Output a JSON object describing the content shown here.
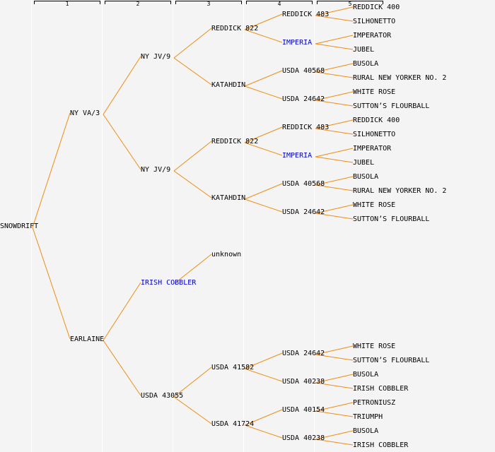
{
  "title": "Pedigree of SNOWDRIFT",
  "colors": {
    "line": "#f08c14",
    "text": "#000000",
    "highlight": "#0000cc",
    "background": "#f4f4f4"
  },
  "columns": [
    "1",
    "2",
    "3",
    "4",
    "5"
  ],
  "tree": {
    "name": "SNOWDRIFT",
    "children": [
      {
        "name": "NY VA/3",
        "children": [
          {
            "name": "NY JV/9",
            "children": [
              {
                "name": "REDDICK 822",
                "children": [
                  {
                    "name": "REDDICK 483",
                    "children": [
                      {
                        "name": "REDDICK 400"
                      },
                      {
                        "name": "SILHONETTO"
                      }
                    ]
                  },
                  {
                    "name": "IMPERIA",
                    "highlight": true,
                    "children": [
                      {
                        "name": "IMPERATOR"
                      },
                      {
                        "name": "JUBEL"
                      }
                    ]
                  }
                ]
              },
              {
                "name": "KATAHDIN",
                "children": [
                  {
                    "name": "USDA 40568",
                    "children": [
                      {
                        "name": "BUSOLA"
                      },
                      {
                        "name": "RURAL NEW YORKER NO. 2"
                      }
                    ]
                  },
                  {
                    "name": "USDA 24642",
                    "children": [
                      {
                        "name": "WHITE ROSE"
                      },
                      {
                        "name": "SUTTON’S FLOURBALL"
                      }
                    ]
                  }
                ]
              }
            ]
          },
          {
            "name": "NY JV/9",
            "children": [
              {
                "name": "REDDICK 822",
                "children": [
                  {
                    "name": "REDDICK 483",
                    "children": [
                      {
                        "name": "REDDICK 400"
                      },
                      {
                        "name": "SILHONETTO"
                      }
                    ]
                  },
                  {
                    "name": "IMPERIA",
                    "highlight": true,
                    "children": [
                      {
                        "name": "IMPERATOR"
                      },
                      {
                        "name": "JUBEL"
                      }
                    ]
                  }
                ]
              },
              {
                "name": "KATAHDIN",
                "children": [
                  {
                    "name": "USDA 40568",
                    "children": [
                      {
                        "name": "BUSOLA"
                      },
                      {
                        "name": "RURAL NEW YORKER NO. 2"
                      }
                    ]
                  },
                  {
                    "name": "USDA 24642",
                    "children": [
                      {
                        "name": "WHITE ROSE"
                      },
                      {
                        "name": "SUTTON’S FLOURBALL"
                      }
                    ]
                  }
                ]
              }
            ]
          }
        ]
      },
      {
        "name": "EARLAINE",
        "children": [
          {
            "name": "IRISH COBBLER",
            "highlight": true,
            "children": [
              {
                "name": "unknown"
              }
            ]
          },
          {
            "name": "USDA 43055",
            "children": [
              {
                "name": "USDA 41582",
                "children": [
                  {
                    "name": "USDA 24642",
                    "children": [
                      {
                        "name": "WHITE ROSE"
                      },
                      {
                        "name": "SUTTON’S FLOURBALL"
                      }
                    ]
                  },
                  {
                    "name": "USDA 40238",
                    "children": [
                      {
                        "name": "BUSOLA"
                      },
                      {
                        "name": "IRISH COBBLER"
                      }
                    ]
                  }
                ]
              },
              {
                "name": "USDA 41724",
                "children": [
                  {
                    "name": "USDA 40154",
                    "children": [
                      {
                        "name": "PETRONIUSZ"
                      },
                      {
                        "name": "TRIUMPH"
                      }
                    ]
                  },
                  {
                    "name": "USDA 40238",
                    "children": [
                      {
                        "name": "BUSOLA"
                      },
                      {
                        "name": "IRISH COBBLER"
                      }
                    ]
                  }
                ]
              }
            ]
          }
        ]
      }
    ]
  }
}
